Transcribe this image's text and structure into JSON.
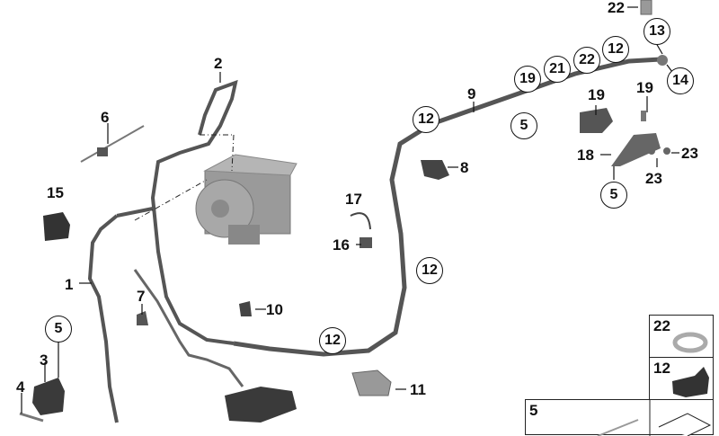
{
  "diagram": {
    "type": "exploded parts diagram",
    "subject": "ABS hydraulic unit with brake lines and mountings",
    "callouts": [
      {
        "id": "1",
        "label": "1"
      },
      {
        "id": "2",
        "label": "2"
      },
      {
        "id": "3",
        "label": "3"
      },
      {
        "id": "4",
        "label": "4"
      },
      {
        "id": "5a",
        "label": "5",
        "circled": true
      },
      {
        "id": "5b",
        "label": "5",
        "circled": true
      },
      {
        "id": "5c",
        "label": "5",
        "circled": true
      },
      {
        "id": "6",
        "label": "6"
      },
      {
        "id": "7",
        "label": "7"
      },
      {
        "id": "8",
        "label": "8"
      },
      {
        "id": "9",
        "label": "9"
      },
      {
        "id": "10",
        "label": "10"
      },
      {
        "id": "11",
        "label": "11"
      },
      {
        "id": "12a",
        "label": "12",
        "circled": true
      },
      {
        "id": "12b",
        "label": "12",
        "circled": true
      },
      {
        "id": "12c",
        "label": "12",
        "circled": true
      },
      {
        "id": "12d",
        "label": "12",
        "circled": true
      },
      {
        "id": "13",
        "label": "13"
      },
      {
        "id": "14",
        "label": "14"
      },
      {
        "id": "15",
        "label": "15"
      },
      {
        "id": "16",
        "label": "16"
      },
      {
        "id": "17",
        "label": "17"
      },
      {
        "id": "18",
        "label": "18"
      },
      {
        "id": "19a",
        "label": "19",
        "circled": true
      },
      {
        "id": "19b",
        "label": "19",
        "circled": true
      },
      {
        "id": "19c",
        "label": "19",
        "circled": true
      },
      {
        "id": "21",
        "label": "21"
      },
      {
        "id": "22a",
        "label": "22",
        "circled": true
      },
      {
        "id": "22b",
        "label": "22",
        "circled": true
      },
      {
        "id": "23a",
        "label": "23"
      },
      {
        "id": "23b",
        "label": "23"
      }
    ],
    "legend_boxes": [
      {
        "label": "22",
        "part": "sealing ring"
      },
      {
        "label": "12",
        "part": "clip"
      },
      {
        "label": "5",
        "part": "cable tie"
      }
    ]
  }
}
